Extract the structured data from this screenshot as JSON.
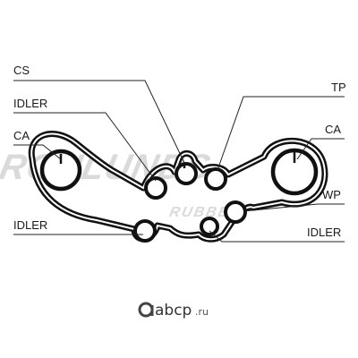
{
  "labels": {
    "cs": "CS",
    "idler_top": "IDLER",
    "ca_left": "CA",
    "idler_bottom_left": "IDLER",
    "tp": "TP",
    "ca_right": "CA",
    "wp": "WP",
    "idler_bottom_right": "IDLER"
  },
  "watermark": {
    "line1": "ROULUNDS",
    "line2": "RUBBER"
  },
  "brand": {
    "name": "abcp",
    "tld": ".ru"
  },
  "colors": {
    "belt": "#111111",
    "leader": "#222222",
    "watermark": "#d9d9d9",
    "brand_logo": "#444444"
  }
}
